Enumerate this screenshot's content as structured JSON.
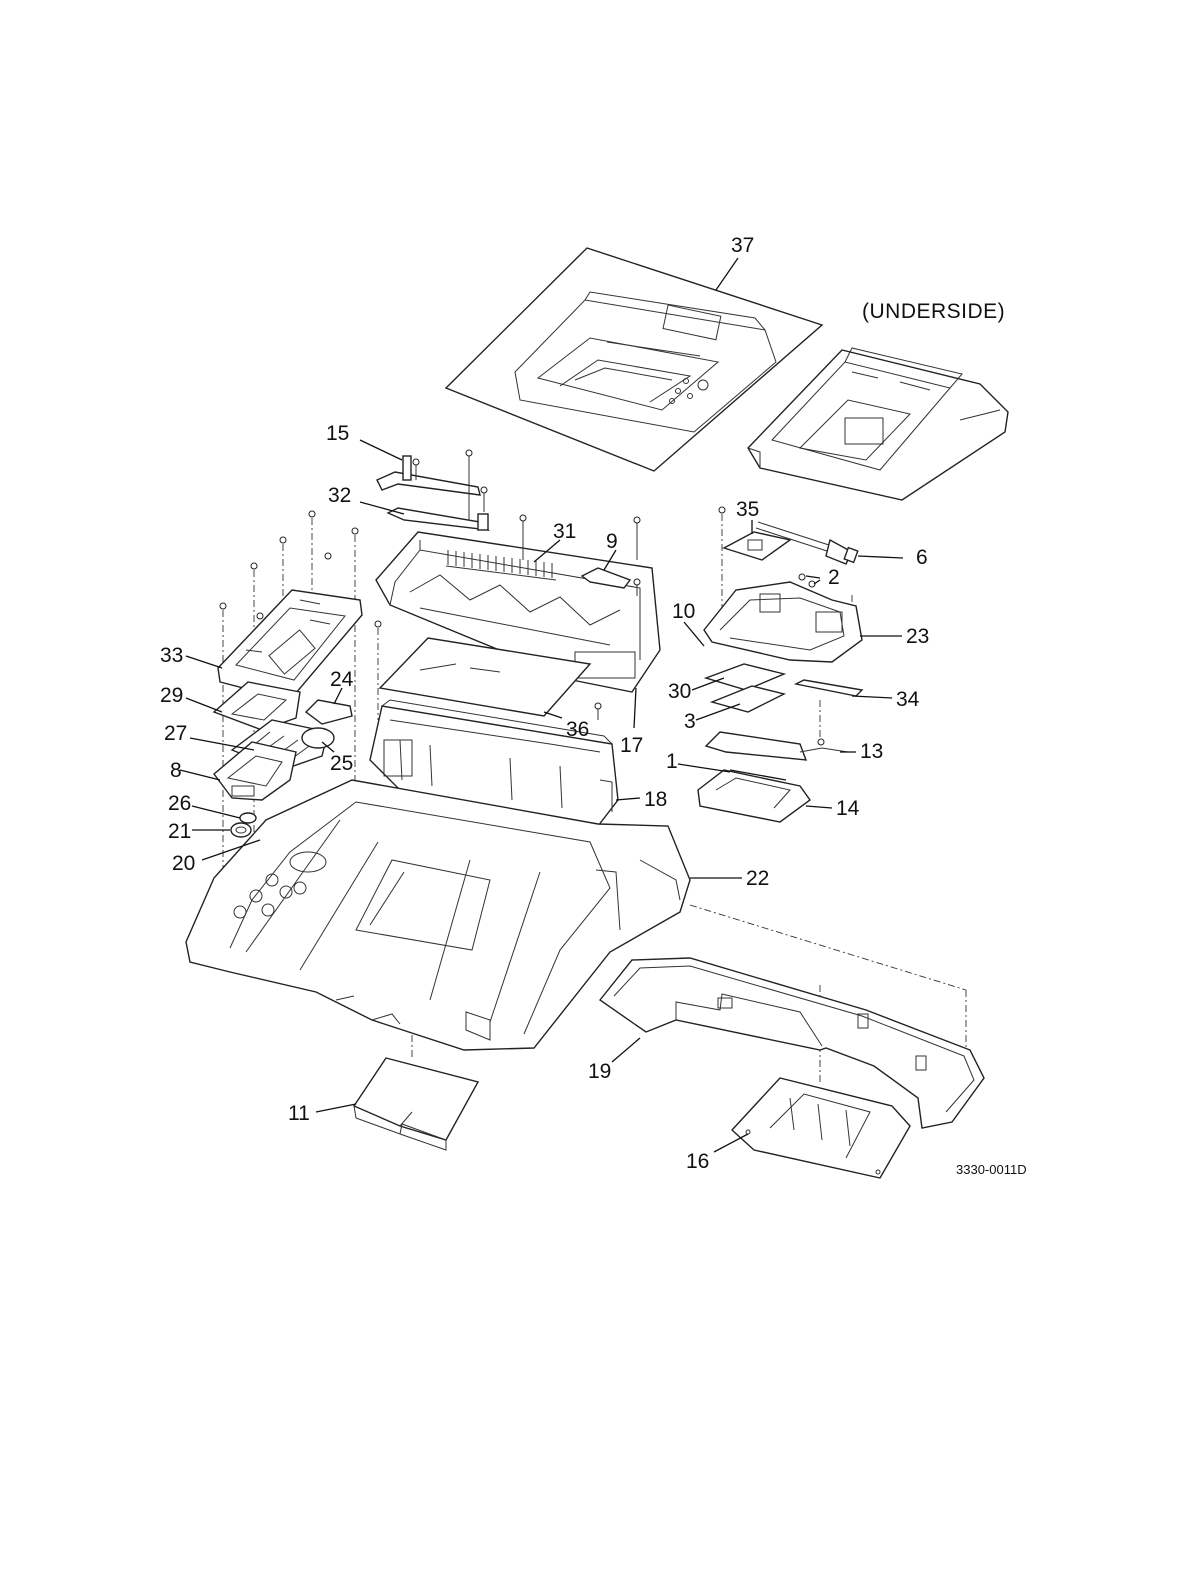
{
  "diagram": {
    "underside_note": "(UNDERSIDE)",
    "figure_id": "3330-0011D",
    "callouts": [
      "1",
      "2",
      "3",
      "6",
      "8",
      "9",
      "10",
      "11",
      "13",
      "14",
      "15",
      "16",
      "17",
      "18",
      "19",
      "20",
      "21",
      "22",
      "23",
      "24",
      "25",
      "26",
      "27",
      "29",
      "30",
      "31",
      "32",
      "33",
      "34",
      "35",
      "36",
      "37"
    ]
  }
}
